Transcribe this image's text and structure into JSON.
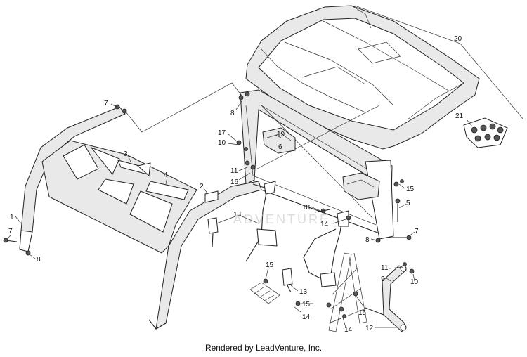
{
  "diagram": {
    "callouts": [
      "1",
      "2",
      "3",
      "4",
      "5",
      "6",
      "7",
      "7",
      "7",
      "8",
      "8",
      "8",
      "9",
      "10",
      "10",
      "11",
      "11",
      "12",
      "13",
      "13",
      "14",
      "14",
      "14",
      "15",
      "15",
      "15",
      "15",
      "16",
      "17",
      "18",
      "19",
      "20",
      "21"
    ],
    "watermark": "ADVENTURE",
    "footer": "Rendered by LeadVenture, Inc."
  }
}
